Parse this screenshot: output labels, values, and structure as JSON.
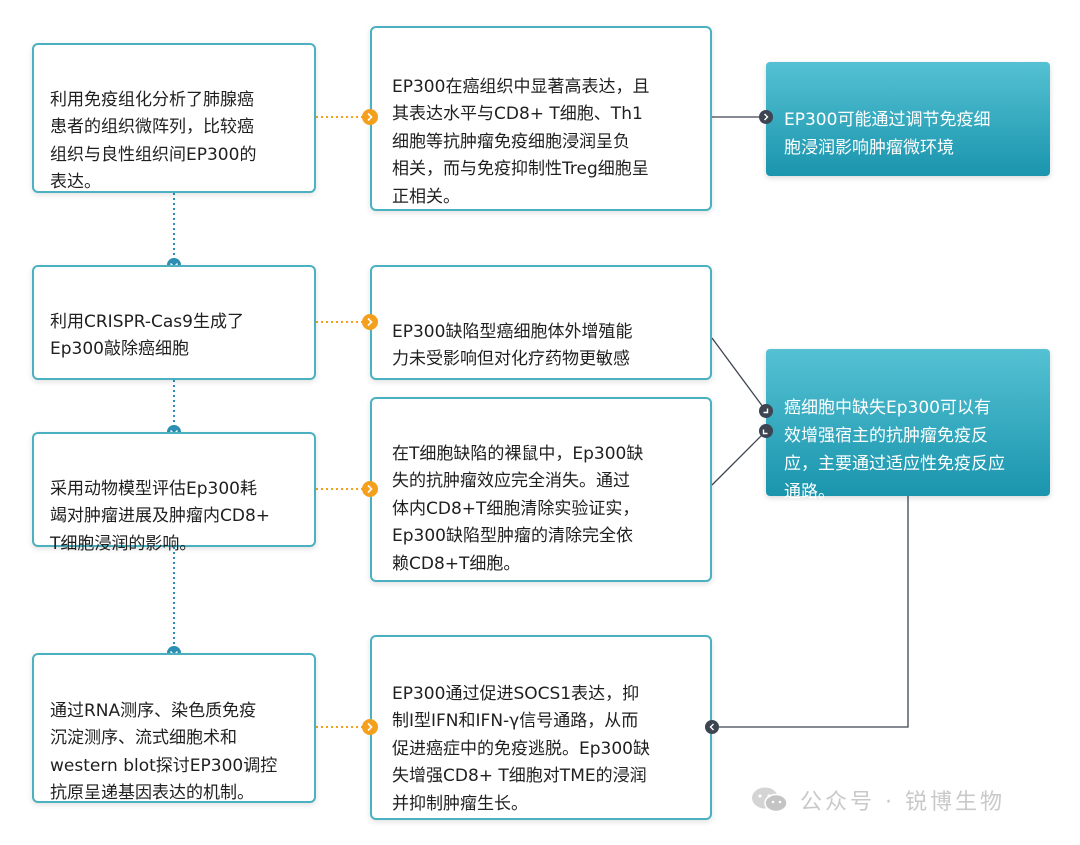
{
  "methods": [
    {
      "text": "利用免疫组化分析了肺腺癌\n患者的组织微阵列，比较癌\n组织与良性组织间EP300的\n表达。"
    },
    {
      "text": "利用CRISPR-Cas9生成了\nEp300敲除癌细胞"
    },
    {
      "text": "采用动物模型评估Ep300耗\n竭对肿瘤进展及肿瘤内CD8+\nT细胞浸润的影响。"
    },
    {
      "text": "通过RNA测序、染色质免疫\n沉淀测序、流式细胞术和\nwestern blot探讨EP300调控\n抗原呈递基因表达的机制。"
    }
  ],
  "results": [
    {
      "text": "EP300在癌组织中显著高表达，且\n其表达水平与CD8+ T细胞、Th1\n细胞等抗肿瘤免疫细胞浸润呈负\n相关，而与免疫抑制性Treg细胞呈\n正相关。"
    },
    {
      "text": "EP300缺陷型癌细胞体外增殖能\n力未受影响但对化疗药物更敏感"
    },
    {
      "text": "在T细胞缺陷的裸鼠中，Ep300缺\n失的抗肿瘤效应完全消失。通过\n体内CD8+T细胞清除实验证实，\nEp300缺陷型肿瘤的清除完全依\n赖CD8+T细胞。"
    },
    {
      "text": "EP300通过促进SOCS1表达，抑\n制I型IFN和IFN-γ信号通路，从而\n促进癌症中的免疫逃脱。Ep300缺\n失增强CD8+ T细胞对TME的浸润\n并抑制肿瘤生长。"
    }
  ],
  "conclusions": [
    {
      "text": "EP300可能通过调节免疫细\n胞浸润影响肿瘤微环境"
    },
    {
      "text": "癌细胞中缺失Ep300可以有\n效增强宿主的抗肿瘤免疫反\n应，主要通过适应性免疫反应\n通路。"
    }
  ],
  "watermark": {
    "text": "公众号 · 锐博生物"
  },
  "colors": {
    "box_border": "#4bb1c1",
    "accent_orange": "#f5a01c",
    "dot_blue": "#2c8fb3",
    "connector_dark": "#3d4452",
    "gradient_top": "#55c1d3",
    "gradient_bottom": "#1a95ad"
  }
}
